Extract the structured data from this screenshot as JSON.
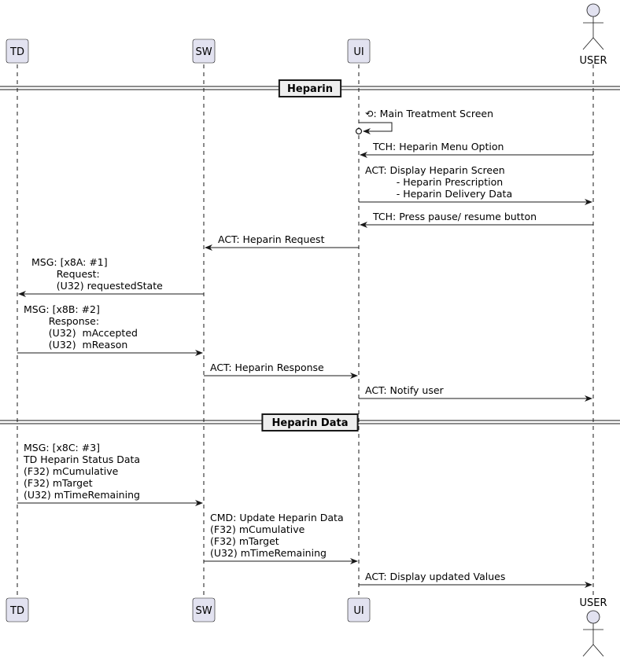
{
  "participants": [
    {
      "id": "TD",
      "label": "TD",
      "kind": "box"
    },
    {
      "id": "SW",
      "label": "SW",
      "kind": "box"
    },
    {
      "id": "UI",
      "label": "UI",
      "kind": "box"
    },
    {
      "id": "USER",
      "label": "USER",
      "kind": "actor"
    }
  ],
  "dividers": [
    "Heparin",
    "Heparin Data"
  ],
  "messages": [
    {
      "from": "UI",
      "to": "UI",
      "self": true,
      "lines": [
        "⟲: Main Treatment Screen"
      ]
    },
    {
      "from": "USER",
      "to": "UI",
      "lines": [
        "TCH: Heparin Menu Option"
      ]
    },
    {
      "from": "UI",
      "to": "USER",
      "lines": [
        "ACT: Display Heparin Screen",
        "          - Heparin Prescription",
        "          - Heparin Delivery Data"
      ]
    },
    {
      "from": "USER",
      "to": "UI",
      "lines": [
        "TCH: Press pause/ resume button"
      ]
    },
    {
      "from": "UI",
      "to": "SW",
      "lines": [
        "ACT: Heparin Request"
      ]
    },
    {
      "from": "SW",
      "to": "TD",
      "lines": [
        "MSG: [x8A: #1]",
        "        Request:",
        "        (U32) requestedState"
      ]
    },
    {
      "from": "TD",
      "to": "SW",
      "lines": [
        "MSG: [x8B: #2]",
        "        Response:",
        "        (U32)  mAccepted",
        "        (U32)  mReason"
      ]
    },
    {
      "from": "SW",
      "to": "UI",
      "lines": [
        "ACT: Heparin Response"
      ]
    },
    {
      "from": "UI",
      "to": "USER",
      "lines": [
        "ACT: Notify user"
      ]
    },
    {
      "from": "TD",
      "to": "SW",
      "lines": [
        "MSG: [x8C: #3]",
        "TD Heparin Status Data",
        "(F32) mCumulative",
        "(F32) mTarget",
        "(U32) mTimeRemaining"
      ]
    },
    {
      "from": "SW",
      "to": "UI",
      "lines": [
        "CMD: Update Heparin Data",
        "(F32) mCumulative",
        "(F32) mTarget",
        "(U32) mTimeRemaining"
      ]
    },
    {
      "from": "UI",
      "to": "USER",
      "lines": [
        "ACT: Display updated Values"
      ]
    }
  ],
  "colors": {
    "participant_fill": "#E2E2F0",
    "participant_stroke": "#181818",
    "lifeline": "#181818",
    "arrow": "#181818",
    "divider_fill": "#EEEEEE"
  }
}
